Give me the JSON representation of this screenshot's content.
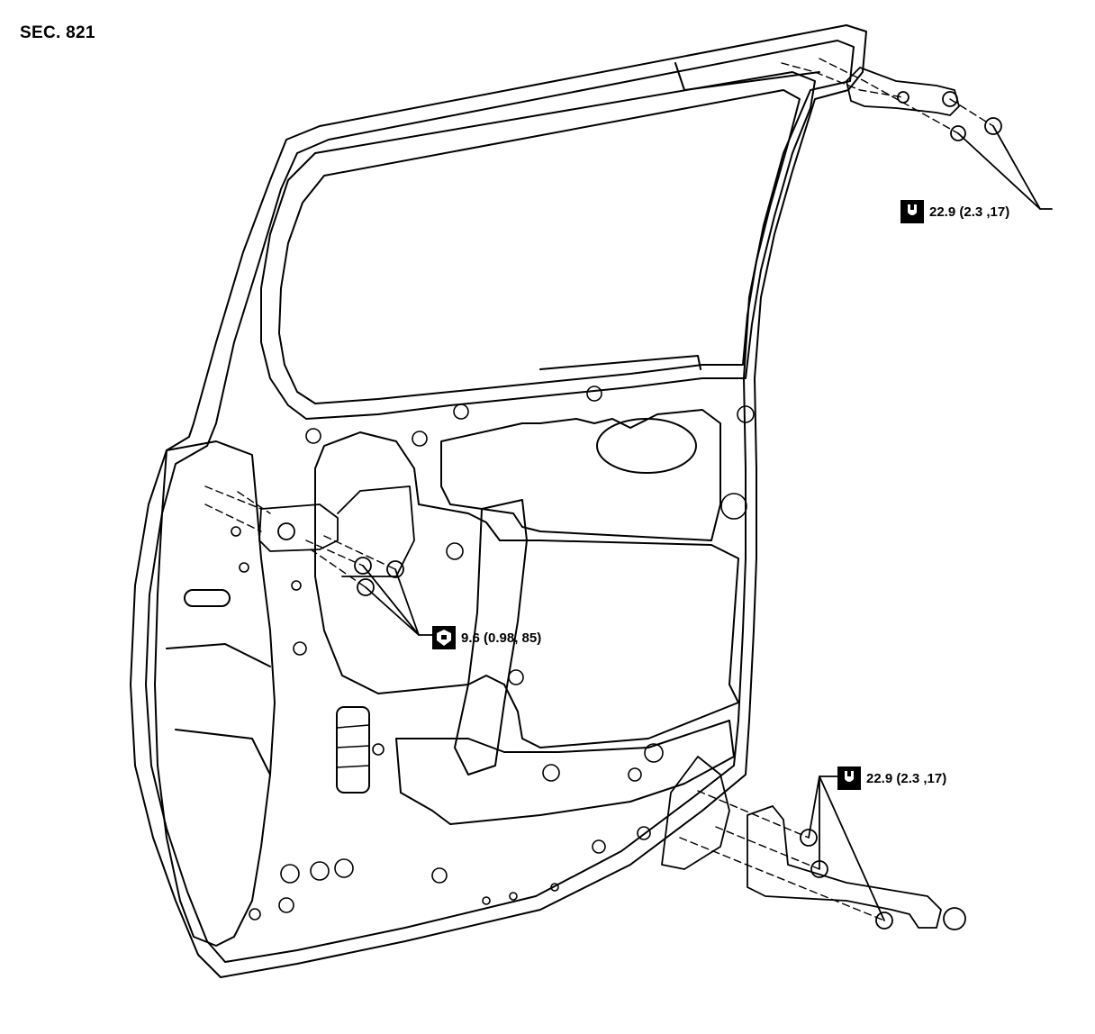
{
  "section": "SEC. 821",
  "torque_callouts": {
    "upper_hinge": "22.9 (2.3 ,17)",
    "check_link": "9.6 (0.98, 85)",
    "lower_hinge": "22.9 (2.3 ,17)"
  },
  "icons": {
    "torque": "torque-wrench-icon"
  },
  "colors": {
    "line": "#000000",
    "background": "#ffffff"
  }
}
